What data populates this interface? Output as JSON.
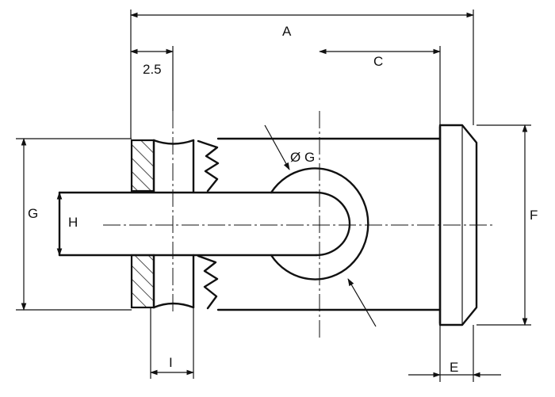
{
  "drawing": {
    "labels": {
      "A": "A",
      "C": "C",
      "E": "E",
      "F": "F",
      "G_left": "G",
      "H": "H",
      "I": "I",
      "dim_2_5": "2.5",
      "dia_G": "Ø G"
    }
  }
}
